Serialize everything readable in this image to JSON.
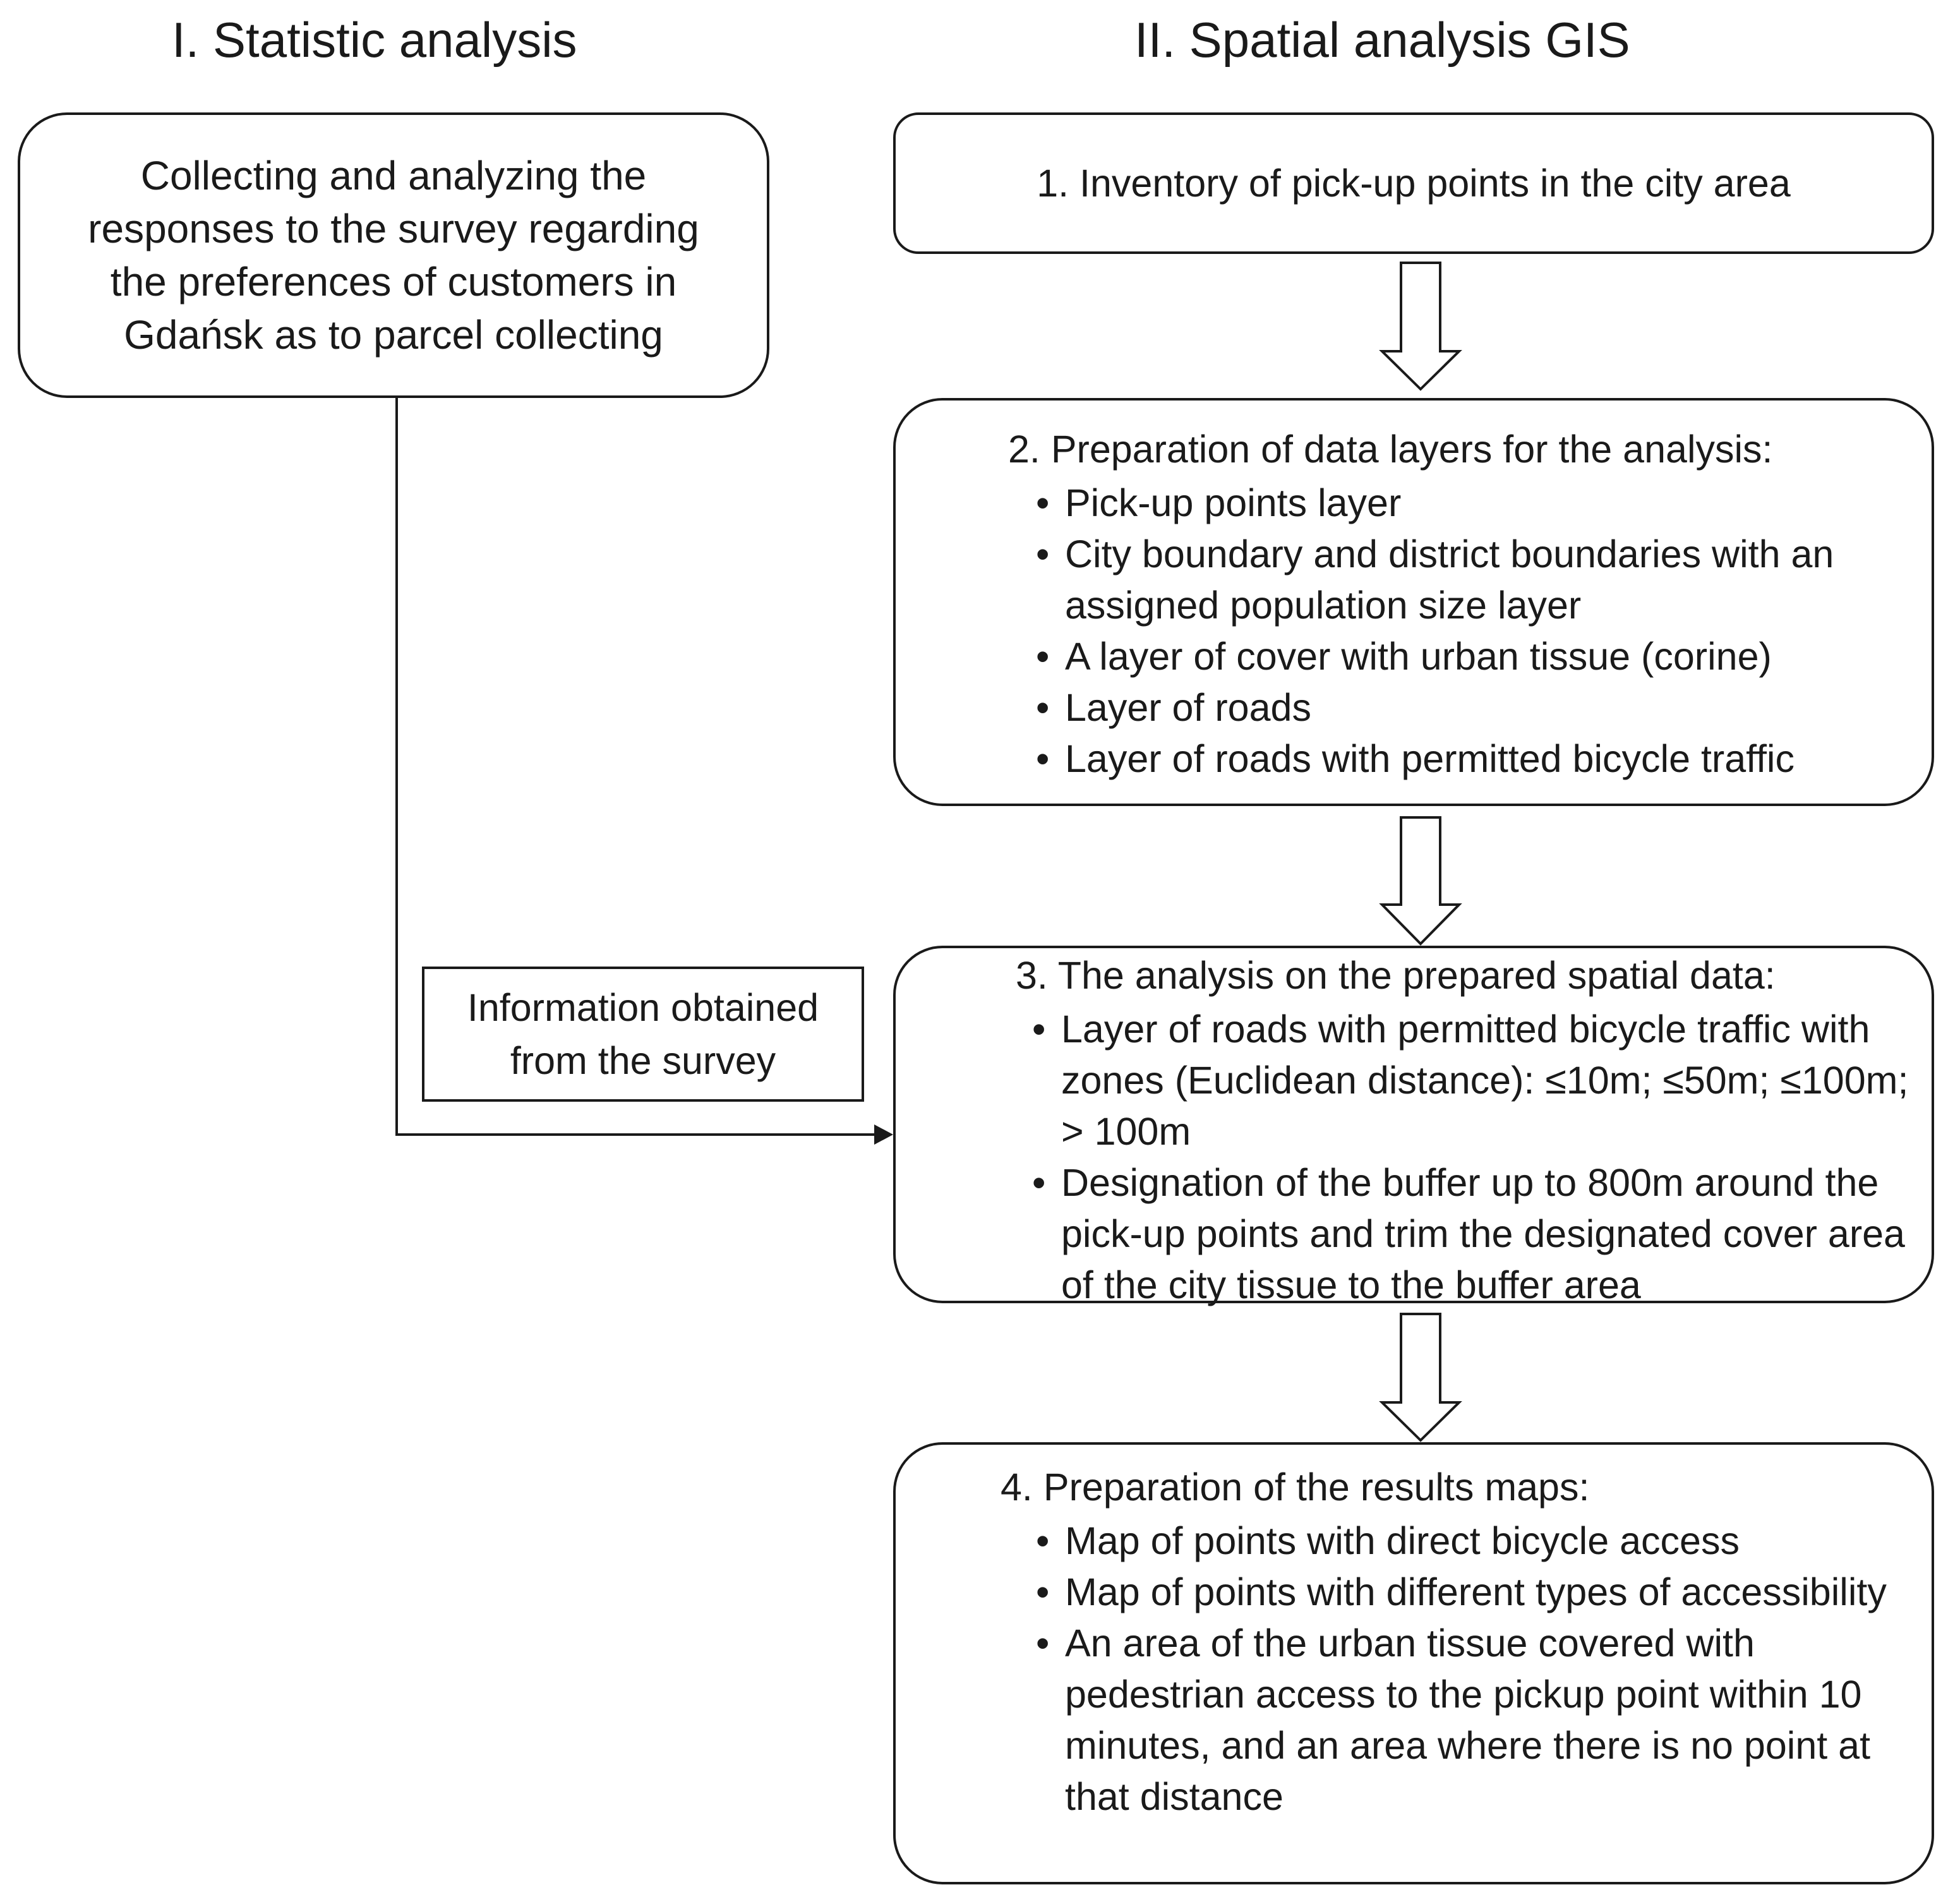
{
  "headings": {
    "left": "I. Statistic analysis",
    "right": "II. Spatial analysis GIS"
  },
  "survey_box": {
    "text": "Collecting and analyzing the responses to the survey regarding the preferences of customers in Gdańsk as to parcel collecting"
  },
  "note": {
    "text": "Information obtained from the survey"
  },
  "steps": [
    {
      "title": "1. Inventory of pick-up points in the city area",
      "items": []
    },
    {
      "title": "2. Preparation of data layers for the analysis:",
      "items": [
        "Pick-up points layer",
        "City boundary and district boundaries with an assigned population size layer",
        "A layer of cover with urban tissue (corine)",
        "Layer of roads",
        "Layer of roads with permitted bicycle traffic"
      ]
    },
    {
      "title": "3. The analysis on the prepared spatial data:",
      "items": [
        "Layer of roads with permitted bicycle traffic with zones (Euclidean distance): ≤10m; ≤50m; ≤100m; > 100m",
        "Designation of the buffer up to 800m around the pick-up points and trim the designated cover area of the city tissue to the buffer area"
      ]
    },
    {
      "title": "4. Preparation of the results maps:",
      "items": [
        "Map of points with direct bicycle access",
        "Map of points with different types of accessibility",
        "An area of the urban tissue covered with pedestrian access to the pickup point within 10 minutes, and an area where there is no point at that distance"
      ]
    }
  ],
  "bullet_glyph": "•"
}
